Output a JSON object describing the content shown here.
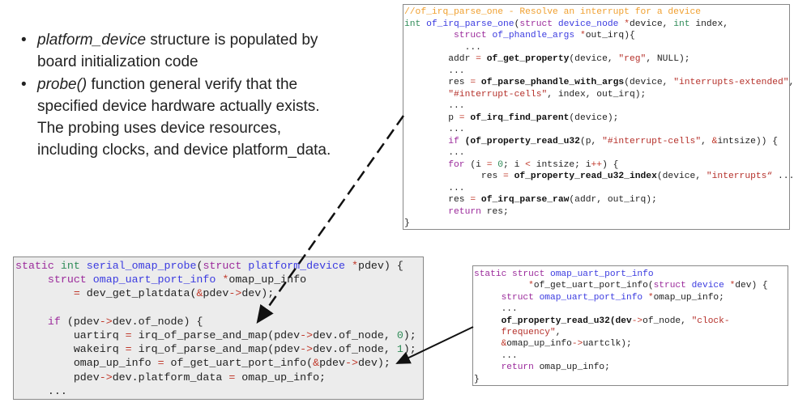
{
  "bullets": [
    {
      "em": "platform_device",
      "text": " structure is populated by board initialization code"
    },
    {
      "em": "probe()",
      "text": " function general verify that the specified device hardware actually exists. The probing uses device resources, including clocks, and device platform_data."
    }
  ],
  "code_irq": [
    [
      [
        "c",
        "//of_irq_parse_one - Resolve an interrupt for a device"
      ]
    ],
    [
      [
        "t",
        "int"
      ],
      [
        "",
        ""
      ],
      [
        "f",
        " of_irq_parse_one"
      ],
      [
        "",
        "("
      ],
      [
        "k",
        "struct"
      ],
      [
        "f",
        " device_node"
      ],
      [
        "o",
        " *"
      ],
      [
        "",
        "device, "
      ],
      [
        "t",
        "int"
      ],
      [
        "",
        "",
        " index,"
      ]
    ],
    [
      [
        "",
        "         "
      ],
      [
        "k",
        "struct"
      ],
      [
        "f",
        " of_phandle_args"
      ],
      [
        "o",
        " *"
      ],
      [
        "",
        "out_irq){"
      ]
    ],
    [
      [
        "",
        "           ..."
      ]
    ],
    [
      [
        "",
        "        addr "
      ],
      [
        "o",
        "="
      ],
      [
        "b",
        " of_get_property"
      ],
      [
        "",
        "(device, "
      ],
      [
        "s",
        "\"reg\""
      ],
      [
        "",
        ", NULL);"
      ]
    ],
    [
      [
        "",
        "        ..."
      ]
    ],
    [
      [
        "",
        "        res "
      ],
      [
        "o",
        "="
      ],
      [
        "b",
        " of_parse_phandle_with_args"
      ],
      [
        "",
        "(device, "
      ],
      [
        "s",
        "\"interrupts-extended\""
      ],
      [
        "",
        ","
      ]
    ],
    [
      [
        "",
        "        "
      ],
      [
        "s",
        "\"#interrupt-cells\""
      ],
      [
        "",
        ", index, out_irq);"
      ]
    ],
    [
      [
        "",
        "        ..."
      ]
    ],
    [
      [
        "",
        "        p "
      ],
      [
        "o",
        "="
      ],
      [
        "b",
        " of_irq_find_parent"
      ],
      [
        "",
        "(device);"
      ]
    ],
    [
      [
        "",
        "        ..."
      ]
    ],
    [
      [
        "k",
        "        if"
      ],
      [
        "b",
        " (of_property_read_u32"
      ],
      [
        "",
        "(p, "
      ],
      [
        "s",
        "\"#interrupt-cells\""
      ],
      [
        "",
        ", "
      ],
      [
        "o",
        "&"
      ],
      [
        "",
        "intsize)) {"
      ]
    ],
    [
      [
        "",
        "        ..."
      ]
    ],
    [
      [
        "k",
        "        for"
      ],
      [
        "",
        "",
        " (i "
      ],
      [
        "o",
        "="
      ],
      [
        "n",
        " 0"
      ],
      [
        "",
        "; i "
      ],
      [
        "o",
        "<"
      ],
      [
        "",
        "",
        " intsize; i"
      ],
      [
        "o",
        "++"
      ],
      [
        "",
        ") {"
      ]
    ],
    [
      [
        "",
        "              res "
      ],
      [
        "o",
        "="
      ],
      [
        "b",
        " of_property_read_u32_index"
      ],
      [
        "",
        "(device, "
      ],
      [
        "s",
        "\"interrupts“"
      ],
      [
        "",
        "",
        " ...}"
      ]
    ],
    [
      [
        "",
        "        ..."
      ]
    ],
    [
      [
        "",
        "        res "
      ],
      [
        "o",
        "="
      ],
      [
        "b",
        " of_irq_parse_raw"
      ],
      [
        "",
        "(addr, out_irq);"
      ]
    ],
    [
      [
        "k",
        "        return"
      ],
      [
        "",
        "",
        " res;"
      ]
    ],
    [
      [
        "",
        "}"
      ]
    ]
  ],
  "code_probe": [
    [
      [
        "k",
        "static"
      ],
      [
        "t",
        " int"
      ],
      [
        "f",
        " serial_omap_probe"
      ],
      [
        "",
        "("
      ],
      [
        "k",
        "struct"
      ],
      [
        "f",
        " platform_device"
      ],
      [
        "o",
        " *"
      ],
      [
        "",
        "pdev) {"
      ]
    ],
    [
      [
        "k",
        "     struct"
      ],
      [
        "f",
        " omap_uart_port_info"
      ],
      [
        "o",
        " *"
      ],
      [
        "",
        "omap_up_info"
      ]
    ],
    [
      [
        "o",
        "         ="
      ],
      [
        "",
        "",
        " dev_get_platdata("
      ],
      [
        "o",
        "&"
      ],
      [
        "",
        "pdev"
      ],
      [
        "o",
        "->"
      ],
      [
        "",
        "dev);"
      ]
    ],
    [
      [
        "",
        ""
      ]
    ],
    [
      [
        "k",
        "     if"
      ],
      [
        "",
        "",
        " (pdev"
      ],
      [
        "o",
        "->"
      ],
      [
        "",
        "dev.of_node) {"
      ]
    ],
    [
      [
        "",
        "         uartirq "
      ],
      [
        "o",
        "="
      ],
      [
        "",
        "",
        " irq_of_parse_and_map(pdev"
      ],
      [
        "o",
        "->"
      ],
      [
        "",
        "dev.of_node, "
      ],
      [
        "n",
        "0"
      ],
      [
        "",
        ");"
      ]
    ],
    [
      [
        "",
        "         wakeirq "
      ],
      [
        "o",
        "="
      ],
      [
        "",
        "",
        " irq_of_parse_and_map(pdev"
      ],
      [
        "o",
        "->"
      ],
      [
        "",
        "dev.of_node, "
      ],
      [
        "n",
        "1"
      ],
      [
        "",
        ");"
      ]
    ],
    [
      [
        "",
        "         omap_up_info "
      ],
      [
        "o",
        "="
      ],
      [
        "",
        "",
        " of_get_uart_port_info("
      ],
      [
        "o",
        "&"
      ],
      [
        "",
        "pdev"
      ],
      [
        "o",
        "->"
      ],
      [
        "",
        "dev);"
      ]
    ],
    [
      [
        "",
        "         pdev"
      ],
      [
        "o",
        "->"
      ],
      [
        "",
        "dev.platform_data "
      ],
      [
        "o",
        "="
      ],
      [
        "",
        "",
        " omap_up_info;"
      ]
    ],
    [
      [
        "",
        "     ..."
      ]
    ]
  ],
  "code_info": [
    [
      [
        "k",
        "static struct"
      ],
      [
        "f",
        " omap_uart_port_info"
      ]
    ],
    [
      [
        "o",
        "          *"
      ],
      [
        "",
        "of_get_uart_port_info("
      ],
      [
        "k",
        "struct"
      ],
      [
        "f",
        " device"
      ],
      [
        "o",
        " *"
      ],
      [
        "",
        "dev) {"
      ]
    ],
    [
      [
        "k",
        "     struct"
      ],
      [
        "f",
        " omap_uart_port_info"
      ],
      [
        "o",
        " *"
      ],
      [
        "",
        "omap_up_info;"
      ]
    ],
    [
      [
        "",
        "     ..."
      ]
    ],
    [
      [
        "b",
        "     of_property_read_u32(dev"
      ],
      [
        "o",
        "->"
      ],
      [
        "",
        "of_node, "
      ],
      [
        "s",
        "\"clock-"
      ]
    ],
    [
      [
        "s",
        "     frequency\""
      ],
      [
        "",
        ","
      ]
    ],
    [
      [
        "o",
        "     &"
      ],
      [
        "",
        "omap_up_info"
      ],
      [
        "o",
        "->"
      ],
      [
        "",
        "uartclk);"
      ]
    ],
    [
      [
        "",
        "     ..."
      ]
    ],
    [
      [
        "k",
        "     return"
      ],
      [
        "",
        "",
        " omap_up_info;"
      ]
    ],
    [
      [
        "",
        "}"
      ]
    ]
  ]
}
